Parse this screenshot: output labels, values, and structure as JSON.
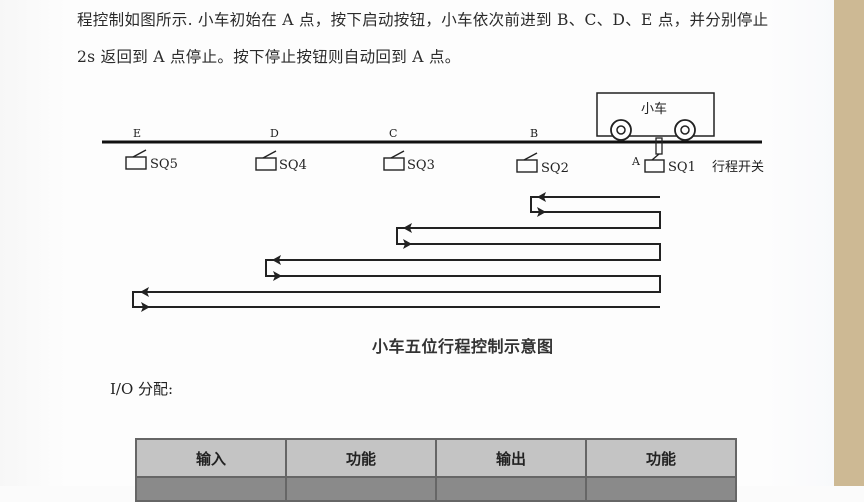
{
  "document": {
    "paragraph": {
      "line1": "程控制如图所示. 小车初始在 A 点，按下启动按钮，小车依次前进到 B、C、D、E 点，并分别停止",
      "line2": "2s 返回到 A 点停止。按下停止按钮则自动回到 A 点。"
    },
    "diagram": {
      "cart_label": "小车",
      "points": [
        {
          "label": "E",
          "switch": "SQ5"
        },
        {
          "label": "D",
          "switch": "SQ4"
        },
        {
          "label": "C",
          "switch": "SQ3"
        },
        {
          "label": "B",
          "switch": "SQ2"
        },
        {
          "label": "A",
          "switch": "SQ1"
        }
      ],
      "switch_legend": "行程开关",
      "caption": "小车五位行程控制示意图"
    },
    "io_section": {
      "title": "I/O 分配:",
      "table": {
        "headers": [
          "输入",
          "功能",
          "输出",
          "功能"
        ]
      }
    }
  },
  "colors": {
    "side_strip": "#cdb994",
    "table_header_bg": "#c4c4c4",
    "table_row_bg": "#8a8a8a"
  }
}
